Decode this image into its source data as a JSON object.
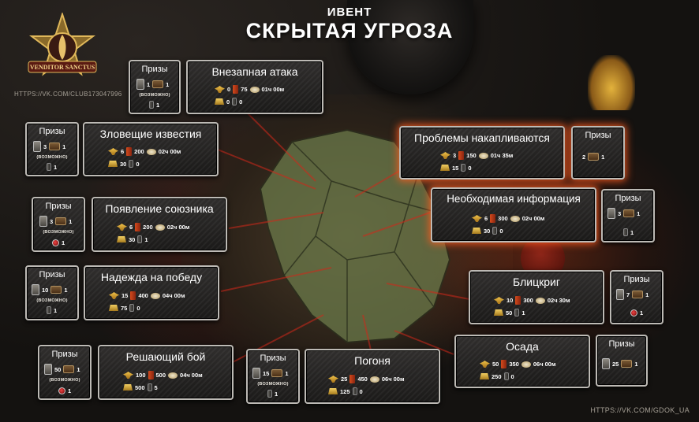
{
  "header": {
    "event_label": "ИВЕНТ",
    "event_title": "СКРЫТАЯ УГРОЗА",
    "emblem_text": "VENDITOR SANCTUS"
  },
  "watermarks": {
    "vk_left": "HTTPS://VK.COM/CLUB173047996",
    "vk_right": "HTTPS://VK.COM/GDOK_UA"
  },
  "colors": {
    "panel_border": "#bdbab5",
    "glow_accent": "#ff5a1e",
    "red_lines": "#d0281a"
  },
  "icons": {
    "eagle": "eagle-icon",
    "gold": "gold-bar-icon",
    "ammo": "ammo-icon",
    "timer": "timer-icon",
    "grenade": "grenade-icon",
    "dogtag": "dogtag-icon",
    "chest": "chest-icon",
    "medal": "medal-icon"
  },
  "missions": [
    {
      "id": "vnezapnaya-ataka",
      "title": "Внезапная атака",
      "eagle": "0",
      "ammo": "75",
      "timer": "01ч 00м",
      "gold": "0",
      "grenade": "0",
      "prize": {
        "label": "Призы",
        "dogtag": "1",
        "chest": "1",
        "note": "(ВОЗМОЖНО)",
        "grenade": "1"
      }
    },
    {
      "id": "zloveshchie-izvestiya",
      "title": "Зловещие известия",
      "eagle": "6",
      "ammo": "200",
      "timer": "02ч 00м",
      "gold": "30",
      "grenade": "0",
      "prize": {
        "label": "Призы",
        "dogtag": "3",
        "chest": "1",
        "note": "(ВОЗМОЖНО)",
        "grenade": "1"
      }
    },
    {
      "id": "poyavlenie-soyuznika",
      "title": "Появление союзника",
      "eagle": "6",
      "ammo": "200",
      "timer": "02ч 00м",
      "gold": "30",
      "grenade": "1",
      "prize": {
        "label": "Призы",
        "dogtag": "3",
        "chest": "1",
        "note": "(ВОЗМОЖНО)",
        "medal": "1"
      }
    },
    {
      "id": "nadezhda-na-pobedu",
      "title": "Надежда на победу",
      "eagle": "15",
      "ammo": "400",
      "timer": "04ч 00м",
      "gold": "75",
      "grenade": "0",
      "prize": {
        "label": "Призы",
        "dogtag": "10",
        "chest": "1",
        "note": "(ВОЗМОЖНО)",
        "grenade": "1"
      }
    },
    {
      "id": "reshayushchiy-boy",
      "title": "Решающий бой",
      "eagle": "100",
      "ammo": "500",
      "timer": "04ч 00м",
      "gold": "500",
      "grenade": "5",
      "prize": {
        "label": "Призы",
        "dogtag": "50",
        "chest": "1",
        "note": "(ВОЗМОЖНО)",
        "medal": "1"
      }
    },
    {
      "id": "pogonya",
      "title": "Погоня",
      "eagle": "25",
      "ammo": "450",
      "timer": "06ч 00м",
      "gold": "125",
      "grenade": "0",
      "prize": {
        "label": "Призы",
        "dogtag": "15",
        "chest": "1",
        "note": "(ВОЗМОЖНО)",
        "grenade": "1"
      }
    },
    {
      "id": "problemy-nakaplivayutsya",
      "title": "Проблемы накапливаются",
      "eagle": "3",
      "ammo": "150",
      "timer": "01ч 35м",
      "gold": "15",
      "grenade": "0",
      "prize": {
        "label": "Призы",
        "dogtag": "2",
        "chest": "1"
      }
    },
    {
      "id": "neobkhodimaya-informatsiya",
      "title": "Необходимая информация",
      "eagle": "6",
      "ammo": "300",
      "timer": "02ч 00м",
      "gold": "30",
      "grenade": "0",
      "prize": {
        "label": "Призы",
        "dogtag": "3",
        "chest": "1",
        "grenade": "1"
      }
    },
    {
      "id": "blitskrig",
      "title": "Блицкриг",
      "eagle": "10",
      "ammo": "300",
      "timer": "02ч 30м",
      "gold": "50",
      "grenade": "1",
      "prize": {
        "label": "Призы",
        "dogtag": "7",
        "chest": "1",
        "medal": "1"
      }
    },
    {
      "id": "osada",
      "title": "Осада",
      "eagle": "50",
      "ammo": "350",
      "timer": "06ч 00м",
      "gold": "250",
      "grenade": "0",
      "prize": {
        "label": "Призы",
        "dogtag": "25",
        "chest": "1"
      }
    }
  ]
}
